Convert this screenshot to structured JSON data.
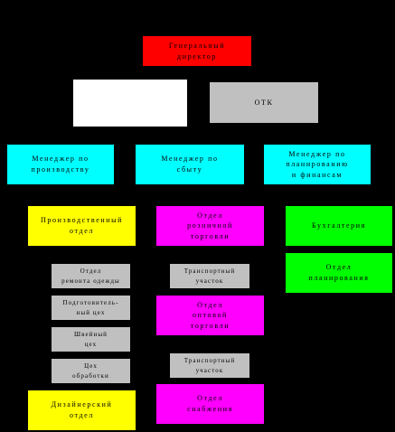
{
  "top": {
    "director": "Генеральный\nдиректор",
    "otk": "ОТК"
  },
  "managers": {
    "production": "Менеджер по\nпроизводству",
    "sales": "Менеджер по\nсбыту",
    "planning": "Менеджер по\nпланированию\nи финансам"
  },
  "production": {
    "dept": "Производственный\nотдел",
    "repair": "Отдел\nремонта одежды",
    "prep": "Подготовитель-\nный цех",
    "sewing": "Швейный\nцех",
    "processing": "Цех\nобработки",
    "design": "Дизайнерский\nотдел"
  },
  "sales": {
    "retail": "Отдел\nрозничной\nторговли",
    "transport1": "Транспортный\nучасток",
    "wholesale": "Отдел\nоптовой\nторговли",
    "transport2": "Транспортный\nучасток",
    "supply": "Отдел\nснабжения"
  },
  "planning": {
    "accounting": "Бухгалтерия",
    "planning_dept": "Отдел\nпланирования"
  }
}
